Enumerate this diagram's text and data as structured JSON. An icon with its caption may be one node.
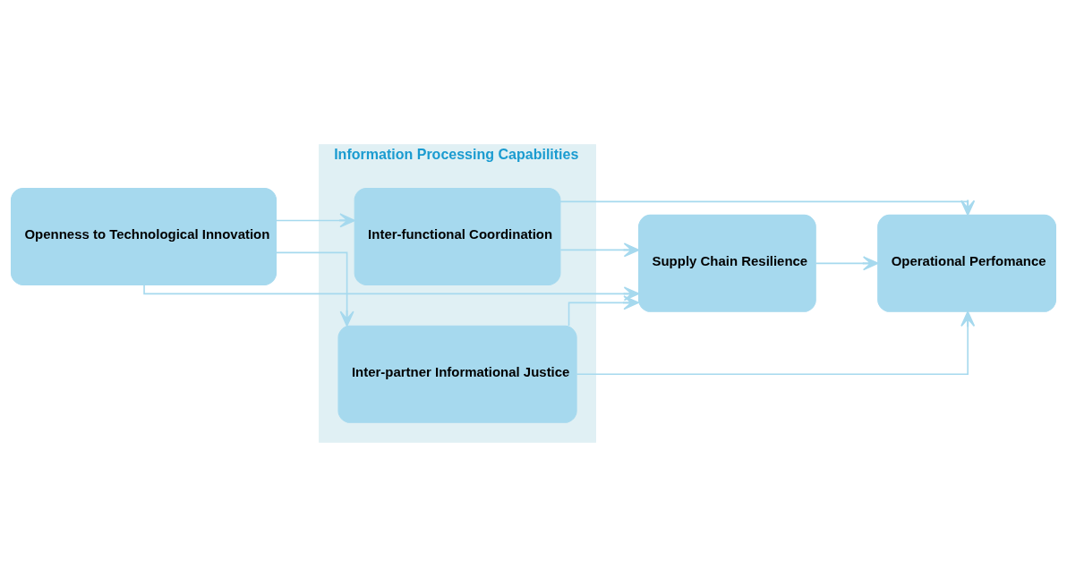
{
  "diagram": {
    "nodes": [
      {
        "text": [
          "Information Processing Capabilities"
        ]
      },
      {
        "text": [
          "Inter-functional Coordination"
        ],
        "in": 0
      },
      {
        "text": [
          "Inter-partner Informational Justice"
        ],
        "in": 0
      },
      {
        "text": [
          "Openness to Technological Innovation"
        ]
      },
      {
        "text": [
          "Supply Chain Resilience"
        ]
      },
      {
        "text": [
          "Operational Perfomance"
        ]
      }
    ],
    "edges": [
      {
        "from": 3,
        "to": 1,
        "arrow": "to"
      },
      {
        "from": 3,
        "to": 2,
        "arrow": "to"
      },
      {
        "from": 3,
        "to": 4,
        "arrow": "to"
      },
      {
        "from": 1,
        "to": 5,
        "arrow": "to"
      },
      {
        "from": 1,
        "to": 4,
        "arrow": "to"
      },
      {
        "from": 2,
        "to": 4,
        "arrow": "to"
      },
      {
        "from": 2,
        "to": 5,
        "arrow": "to"
      },
      {
        "from": 4,
        "to": 5,
        "arrow": "to"
      }
    ]
  }
}
